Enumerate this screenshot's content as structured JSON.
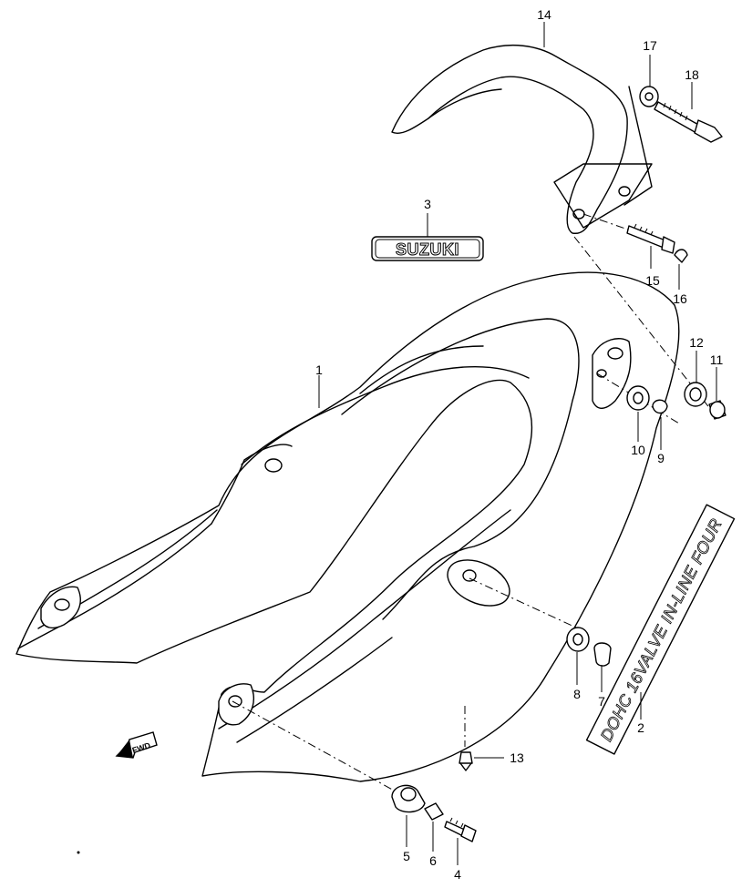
{
  "callouts": {
    "c1": "1",
    "c2": "2",
    "c3": "3",
    "c4": "4",
    "c5": "5",
    "c6": "6",
    "c7": "7",
    "c8": "8",
    "c9": "9",
    "c10": "10",
    "c11": "11",
    "c12": "12",
    "c13": "13",
    "c14": "14",
    "c15": "15",
    "c16": "16",
    "c17": "17",
    "c18": "18"
  },
  "labels": {
    "badge": "SUZUKI",
    "decal": "DOHC 16VALVE IN-LINE FOUR",
    "fwd": "FWD"
  }
}
